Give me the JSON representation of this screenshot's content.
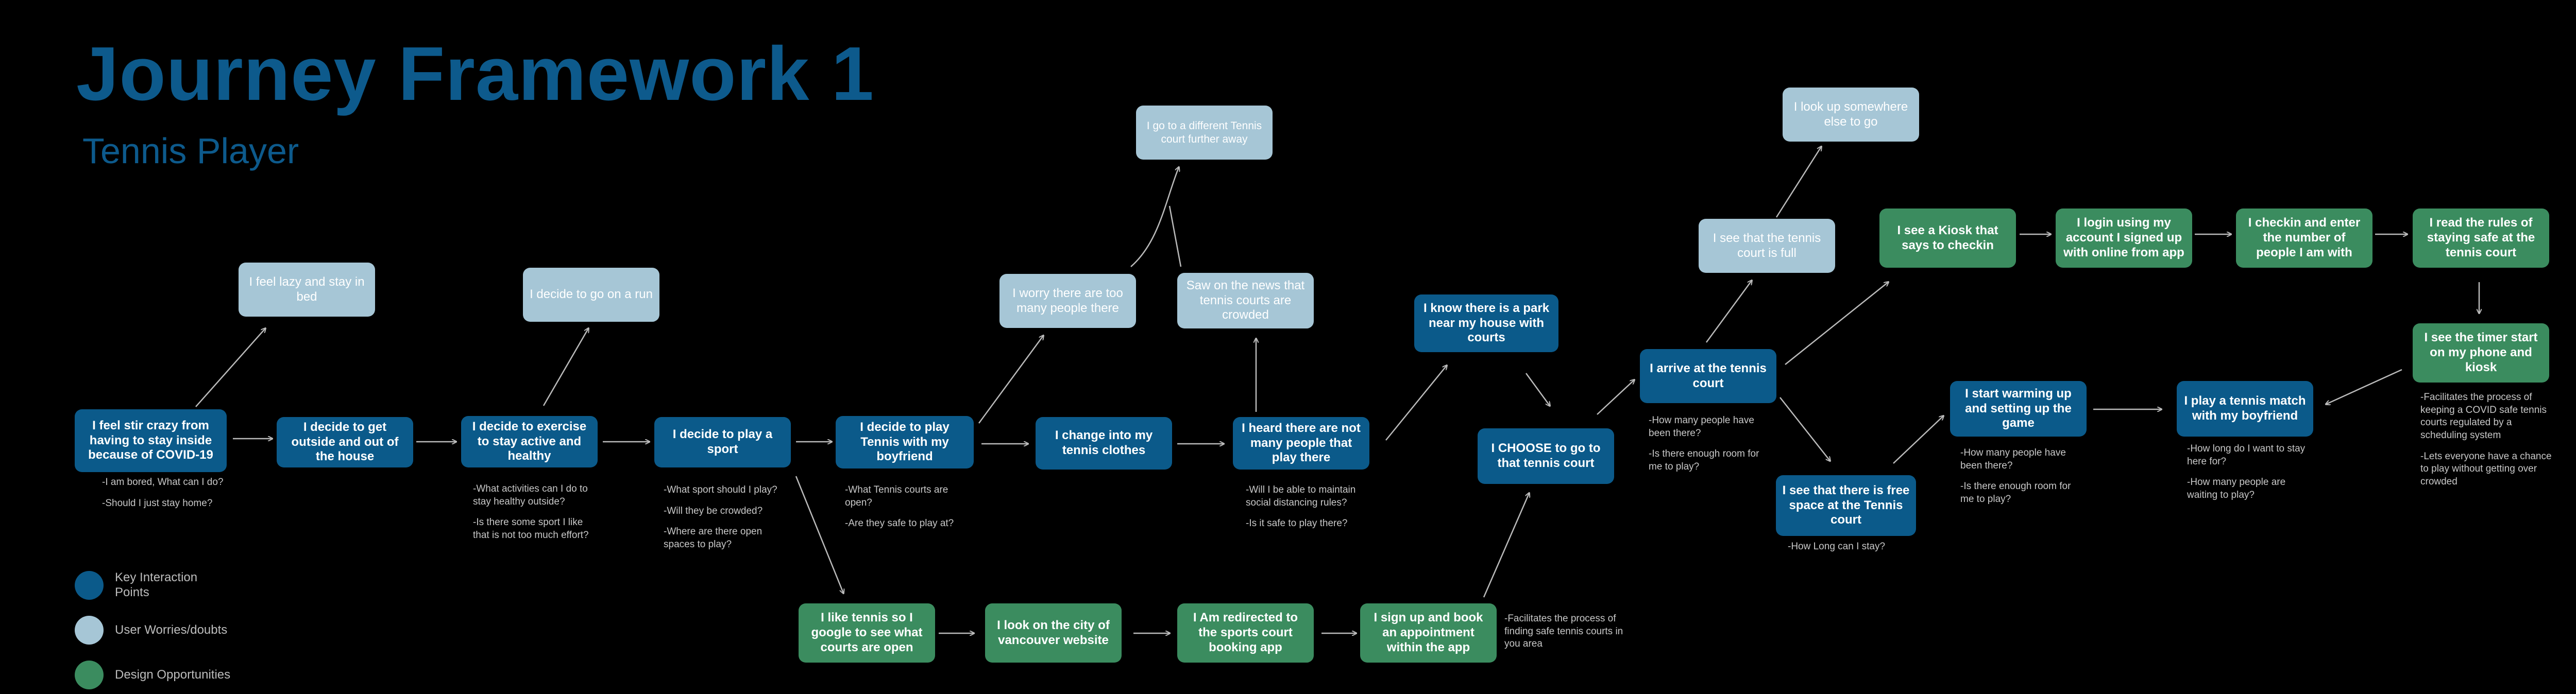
{
  "title": "Journey Framework 1",
  "subtitle": "Tennis Player",
  "colors": {
    "key_interaction": "#0b5a8a",
    "worry": "#a6c6d6",
    "design_opportunity": "#3b8c5f",
    "background": "#000000",
    "title": "#0d5a8c"
  },
  "nodes": {
    "n1": "I feel stir crazy from having to stay inside because of COVID-19",
    "n2": "I feel lazy and stay in bed",
    "n3": "I decide to get outside and out of the house",
    "n4": "I decide to exercise to stay active and healthy",
    "n5": "I decide to go on a run",
    "n6": "I decide to play a sport",
    "n7": "I decide to play Tennis with my boyfriend",
    "n8": "I worry there are too many people there",
    "n9": "I go to a different Tennis court further away",
    "n10": "Saw on the news that tennis courts are crowded",
    "n11": "I change into my tennis clothes",
    "n12": "I heard there are not many people that play there",
    "n13": "I know there is a park near my house with courts",
    "n14": "I CHOOSE to go to that tennis court",
    "n15": "I arrive at the tennis court",
    "n16": "I see that the tennis court is full",
    "n17": "I look up somewhere else to go",
    "n18": "I see that there is free space at the Tennis court",
    "n19": "I see a Kiosk that says to checkin",
    "n20": "I login using my account I signed up with online from app",
    "n21": "I checkin and enter the  number of people I am with",
    "n22": "I read the rules of staying safe at the tennis court",
    "n23": "I see the timer start on my phone and kiosk",
    "n24": "I start warming up and setting up the game",
    "n25": "I play a tennis match with my boyfriend",
    "n26": "I like tennis so I google  to see what courts are open",
    "n27": "I look on the city of vancouver website",
    "n28": "I Am redirected to the sports court booking app",
    "n29": "I sign up and book an appointment within the app"
  },
  "notes": {
    "q1": [
      "-I am bored, What can I do?",
      "-Should I just stay home?"
    ],
    "q4": [
      "-What activities can I do to stay healthy outside?",
      "-Is there some sport I like that is not too much effort?"
    ],
    "q6": [
      "-What sport should I play?",
      "-Will they be crowded?",
      "-Where are there open spaces to play?"
    ],
    "q7": [
      "-What Tennis courts are open?",
      "-Are they safe to play at?"
    ],
    "q12": [
      "-Will I be able to maintain social distancing rules?",
      "-Is it safe to play there?"
    ],
    "q15": [
      "-How many people have been there?",
      "-Is there enough room for me to play?"
    ],
    "q18": [
      "-How Long can I stay?"
    ],
    "q24": [
      "-How many people have been there?",
      "-Is there enough room for me to play?"
    ],
    "q25": [
      "-How long do I want to stay here for?",
      "-How many people are waiting to play?"
    ],
    "q23": [
      "-Facilitates the process of keeping a COVID safe tennis courts regulated by a scheduling system",
      "-Lets everyone have a chance to play without getting over crowded"
    ],
    "q29": [
      "-Facilitates the process of finding safe tennis courts in you area"
    ]
  },
  "legend": {
    "key": "Key Interaction Points",
    "worry": "User Worries/doubts",
    "design": "Design Opportunities"
  }
}
